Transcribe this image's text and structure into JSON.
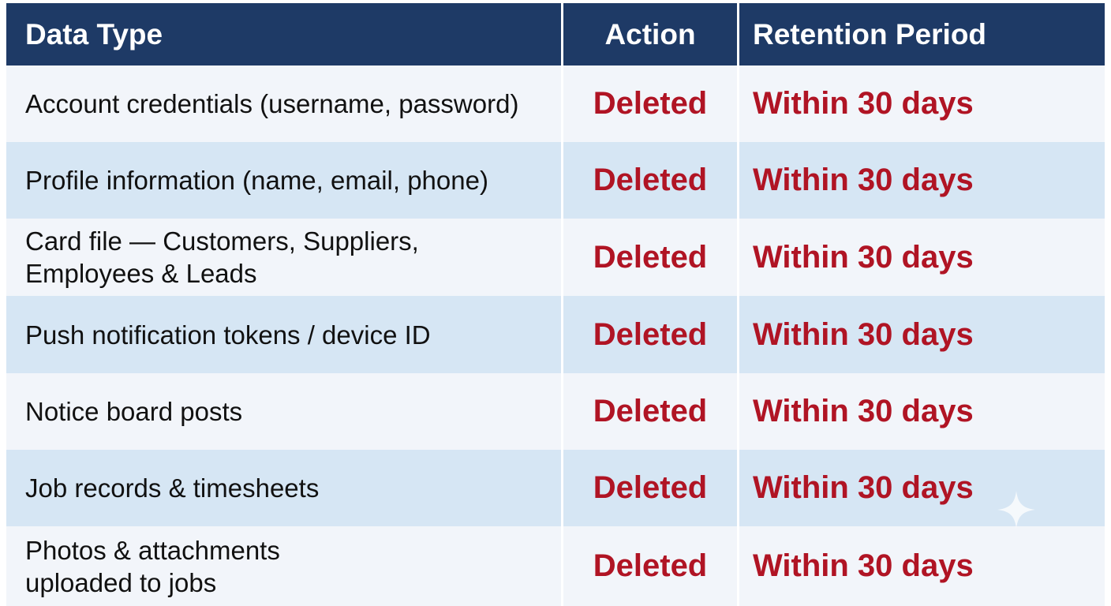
{
  "table": {
    "headers": [
      "Data Type",
      "Action",
      "Retention Period"
    ],
    "rows": [
      {
        "data_type": "Account credentials (username, password)",
        "action": "Deleted",
        "retention": "Within 30 days"
      },
      {
        "data_type": "Profile information (name, email, phone)",
        "action": "Deleted",
        "retention": "Within 30 days"
      },
      {
        "data_type": "Card file — Customers, Suppliers, Employees & Leads",
        "action": "Deleted",
        "retention": "Within 30 days"
      },
      {
        "data_type": "Push notification tokens / device ID",
        "action": "Deleted",
        "retention": "Within 30 days"
      },
      {
        "data_type": "Notice board posts",
        "action": "Deleted",
        "retention": "Within 30 days"
      },
      {
        "data_type": "Job records & timesheets",
        "action": "Deleted",
        "retention": "Within 30 days"
      },
      {
        "data_type": "Photos & attachments uploaded to jobs",
        "action": "Deleted",
        "retention": "Within 30 days"
      }
    ]
  },
  "colors": {
    "header_bg": "#1e3a66",
    "header_text": "#ffffff",
    "accent_red": "#b01424",
    "row_light": "#f2f5fa",
    "row_blue": "#d6e6f4"
  },
  "icons": [
    "sparkle-icon"
  ]
}
